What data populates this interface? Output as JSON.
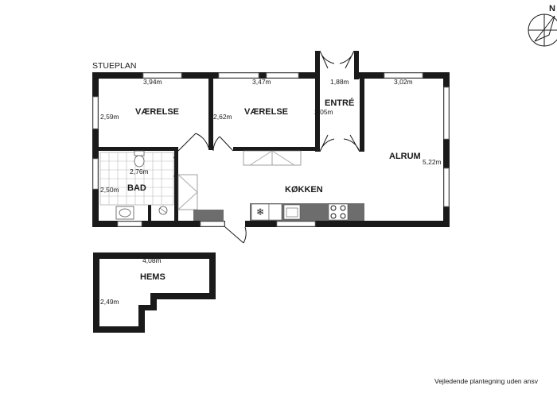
{
  "plan": {
    "title": "STUEPLAN",
    "disclaimer": "Vejledende plantegning uden ansv",
    "north_label": "N"
  },
  "rooms": {
    "vaerelse1": {
      "name": "VÆRELSE",
      "width": "3,94m",
      "depth": "2,59m"
    },
    "vaerelse2": {
      "name": "VÆRELSE",
      "width": "3,47m",
      "depth": "2,62m"
    },
    "entre": {
      "name": "ENTRÉ",
      "width": "1,88m",
      "depth": "2,05m"
    },
    "alrum": {
      "name": "ALRUM",
      "width": "3,02m",
      "depth": "5,22m"
    },
    "bad": {
      "name": "BAD",
      "width": "2,76m",
      "depth": "2,50m"
    },
    "kokken": {
      "name": "KØKKEN"
    },
    "hems": {
      "name": "HEMS",
      "width": "4,08m",
      "depth": "2,49m"
    }
  },
  "colors": {
    "wall": "#1a1a1a",
    "counter": "#6d6d6d",
    "window": "#888888"
  }
}
